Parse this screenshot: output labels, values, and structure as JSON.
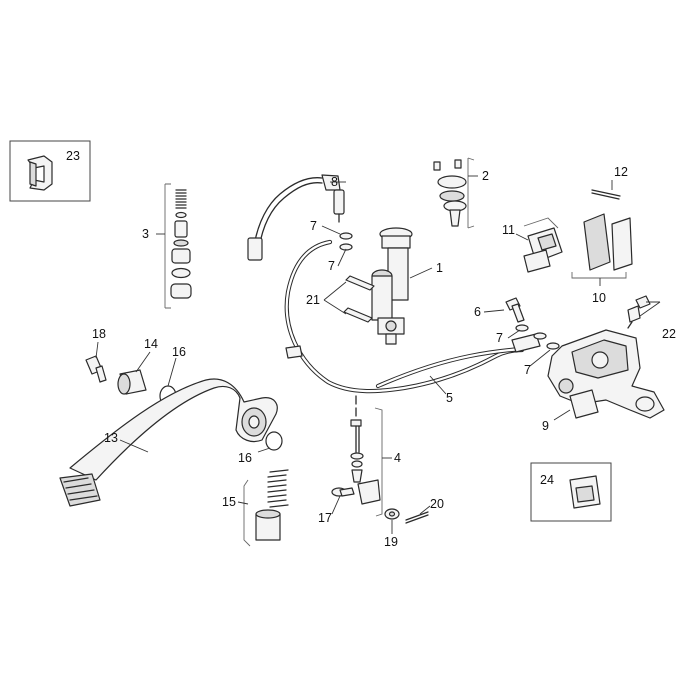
{
  "callouts": [
    {
      "id": "c1",
      "label": "1"
    },
    {
      "id": "c2",
      "label": "2"
    },
    {
      "id": "c3",
      "label": "3"
    },
    {
      "id": "c4",
      "label": "4"
    },
    {
      "id": "c5",
      "label": "5"
    },
    {
      "id": "c6",
      "label": "6"
    },
    {
      "id": "c7a",
      "label": "7"
    },
    {
      "id": "c7b",
      "label": "7"
    },
    {
      "id": "c7c",
      "label": "7"
    },
    {
      "id": "c7d",
      "label": "7"
    },
    {
      "id": "c8",
      "label": "8"
    },
    {
      "id": "c9",
      "label": "9"
    },
    {
      "id": "c10",
      "label": "10"
    },
    {
      "id": "c11",
      "label": "11"
    },
    {
      "id": "c12",
      "label": "12"
    },
    {
      "id": "c13",
      "label": "13"
    },
    {
      "id": "c14",
      "label": "14"
    },
    {
      "id": "c15",
      "label": "15"
    },
    {
      "id": "c16a",
      "label": "16"
    },
    {
      "id": "c16b",
      "label": "16"
    },
    {
      "id": "c17",
      "label": "17"
    },
    {
      "id": "c18",
      "label": "18"
    },
    {
      "id": "c19",
      "label": "19"
    },
    {
      "id": "c20",
      "label": "20"
    },
    {
      "id": "c21",
      "label": "21"
    },
    {
      "id": "c22",
      "label": "22"
    },
    {
      "id": "c23",
      "label": "23"
    },
    {
      "id": "c24",
      "label": "24"
    }
  ]
}
